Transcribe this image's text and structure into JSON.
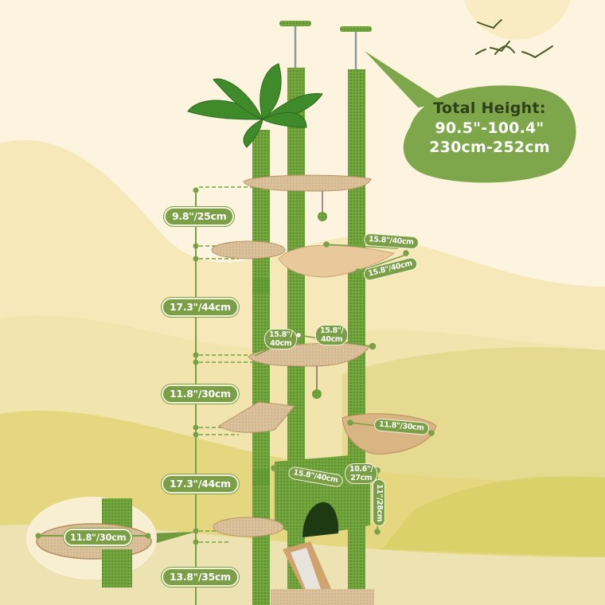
{
  "callout": {
    "title": "Total Height:",
    "inches": "90.5\"-100.4\"",
    "cm": "230cm-252cm"
  },
  "vertical_dimensions": [
    {
      "label": "9.8\"/25cm"
    },
    {
      "label": "17.3\"/44cm"
    },
    {
      "label": "11.8\"/30cm"
    },
    {
      "label": "17.3\"/44cm"
    },
    {
      "label": "13.8\"/35cm"
    }
  ],
  "hammock_dimensions": {
    "width": "15.8\"/40cm",
    "depth": "15.8\"/40cm"
  },
  "platform_dimensions": {
    "left": "15.8\"/\n40cm",
    "right": "15.8\"/\n40cm",
    "left_line1": "15.8\"/",
    "left_line2": "40cm",
    "right_line1": "15.8\"/",
    "right_line2": "40cm"
  },
  "basket_dimension": "11.8\"/30cm",
  "condo_dimensions": {
    "length": "15.8\"/40cm",
    "width_line1": "10.6\"/",
    "width_line2": "27cm",
    "height": "11\"/28cm"
  },
  "inset_dimension": "11.8\"/30cm",
  "colors": {
    "accent_green": "#7a9f46",
    "callout_green": "#7ea64a",
    "callout_title": "#2f4018",
    "post_green": "#6fa23a",
    "plush_beige": "#d9c09a",
    "background_cream": "#fdf4df"
  }
}
